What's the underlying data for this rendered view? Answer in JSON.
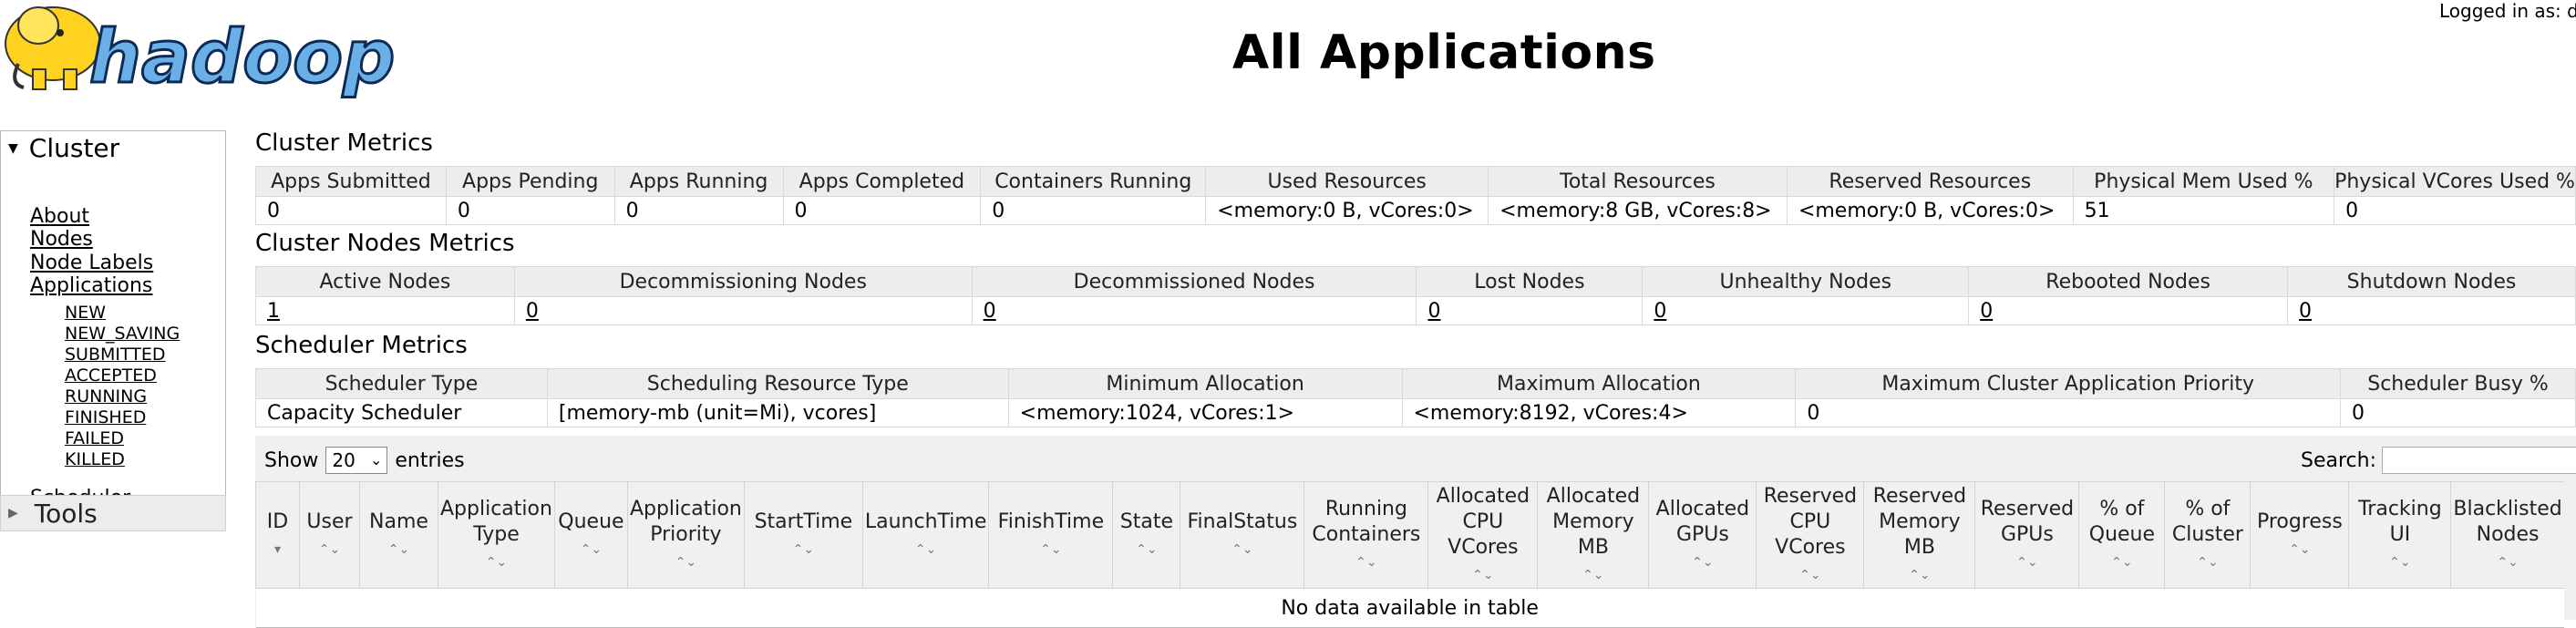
{
  "header": {
    "logo_text": "hadoop",
    "title": "All Applications",
    "login_text": "Logged in as: dr.who"
  },
  "nav": {
    "cluster_label": "Cluster",
    "links": [
      "About",
      "Nodes",
      "Node Labels",
      "Applications"
    ],
    "app_states": [
      "NEW",
      "NEW_SAVING",
      "SUBMITTED",
      "ACCEPTED",
      "RUNNING",
      "FINISHED",
      "FAILED",
      "KILLED"
    ],
    "scheduler_label": "Scheduler",
    "tools_label": "Tools"
  },
  "cluster_metrics": {
    "title": "Cluster Metrics",
    "headers": [
      "Apps Submitted",
      "Apps Pending",
      "Apps Running",
      "Apps Completed",
      "Containers Running",
      "Used Resources",
      "Total Resources",
      "Reserved Resources",
      "Physical Mem Used %",
      "Physical VCores Used %"
    ],
    "values": [
      "0",
      "0",
      "0",
      "0",
      "0",
      "<memory:0 B, vCores:0>",
      "<memory:8 GB, vCores:8>",
      "<memory:0 B, vCores:0>",
      "51",
      "0"
    ]
  },
  "node_metrics": {
    "title": "Cluster Nodes Metrics",
    "headers": [
      "Active Nodes",
      "Decommissioning Nodes",
      "Decommissioned Nodes",
      "Lost Nodes",
      "Unhealthy Nodes",
      "Rebooted Nodes",
      "Shutdown Nodes"
    ],
    "values": [
      "1",
      "0",
      "0",
      "0",
      "0",
      "0",
      "0"
    ]
  },
  "scheduler_metrics": {
    "title": "Scheduler Metrics",
    "headers": [
      "Scheduler Type",
      "Scheduling Resource Type",
      "Minimum Allocation",
      "Maximum Allocation",
      "Maximum Cluster Application Priority",
      "Scheduler Busy %"
    ],
    "values": [
      "Capacity Scheduler",
      "[memory-mb (unit=Mi), vcores]",
      "<memory:1024, vCores:1>",
      "<memory:8192, vCores:4>",
      "0",
      "0"
    ]
  },
  "apps_table": {
    "show_label": "Show",
    "entries_value": "20",
    "entries_label": "entries",
    "search_label": "Search:",
    "search_value": "",
    "columns": [
      [
        "ID"
      ],
      [
        "User"
      ],
      [
        "Name"
      ],
      [
        "Application",
        "Type"
      ],
      [
        "Queue"
      ],
      [
        "Application",
        "Priority"
      ],
      [
        "StartTime"
      ],
      [
        "LaunchTime"
      ],
      [
        "FinishTime"
      ],
      [
        "State"
      ],
      [
        "FinalStatus"
      ],
      [
        "Running",
        "Containers"
      ],
      [
        "Allocated",
        "CPU",
        "VCores"
      ],
      [
        "Allocated",
        "Memory",
        "MB"
      ],
      [
        "Allocated",
        "GPUs"
      ],
      [
        "Reserved",
        "CPU",
        "VCores"
      ],
      [
        "Reserved",
        "Memory",
        "MB"
      ],
      [
        "Reserved",
        "GPUs"
      ],
      [
        "% of",
        "Queue"
      ],
      [
        "% of",
        "Cluster"
      ],
      [
        "Progress"
      ],
      [
        "Tracking",
        "UI"
      ],
      [
        "Blacklisted",
        "Nodes"
      ]
    ],
    "empty_text": "No data available in table"
  }
}
